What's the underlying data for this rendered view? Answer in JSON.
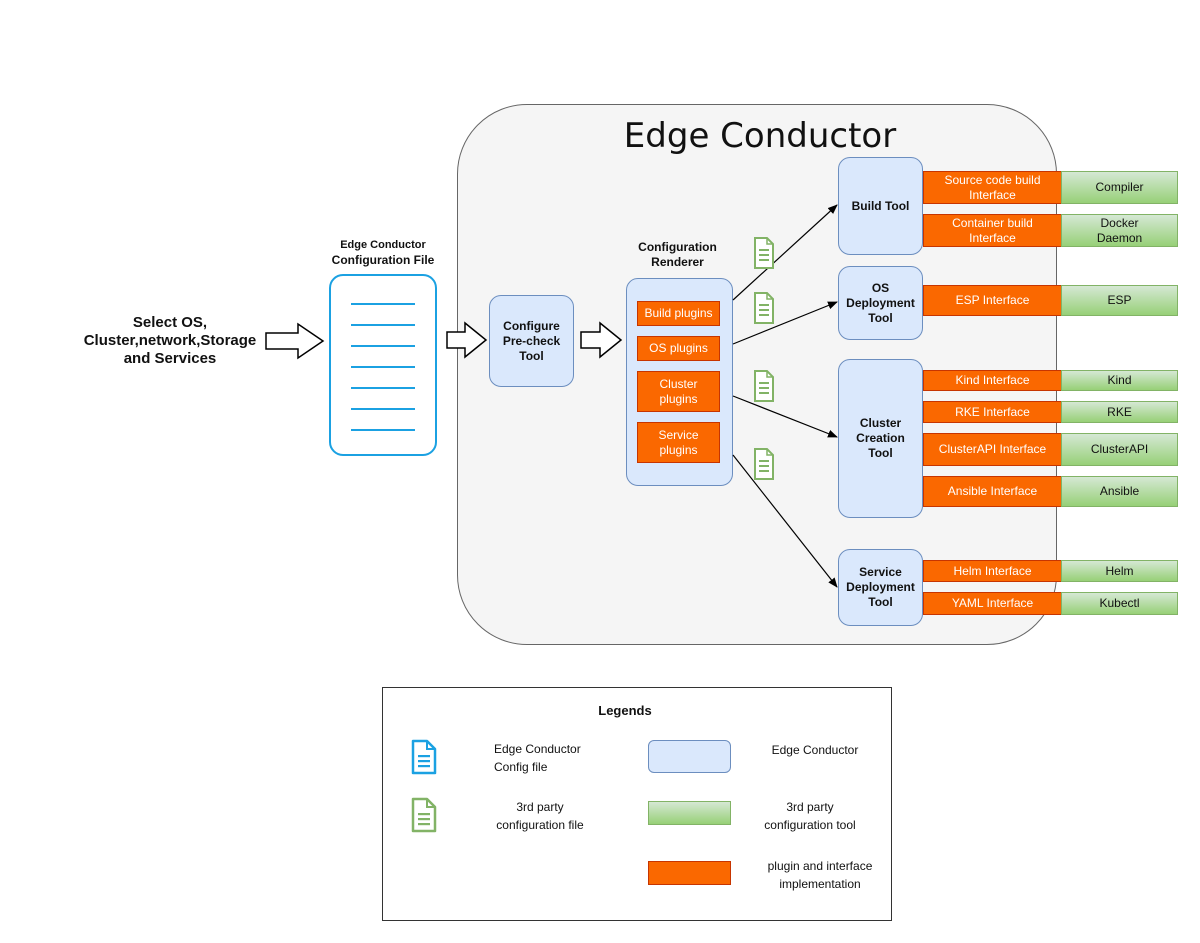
{
  "title": "Edge Conductor",
  "input_text": "Select OS, Cluster,network,Storage and Services",
  "config_file_title_line1": "Edge Conductor",
  "config_file_title_line2": "Configuration File",
  "precheck_tool": "Configure Pre-check Tool",
  "renderer": {
    "title": "Configuration Renderer",
    "plugins": [
      "Build plugins",
      "OS plugins",
      "Cluster plugins",
      "Service plugins"
    ]
  },
  "tools": {
    "build": "Build Tool",
    "os": "OS Deployment Tool",
    "cluster": "Cluster Creation Tool",
    "service": "Service Deployment Tool"
  },
  "interfaces": {
    "source_code": "Source code build Interface",
    "container": "Container build Interface",
    "esp": "ESP Interface",
    "kind": "Kind Interface",
    "rke": "RKE Interface",
    "clusterapi": "ClusterAPI Interface",
    "ansible": "Ansible Interface",
    "helm": "Helm Interface",
    "yaml": "YAML Interface"
  },
  "third_party_tools": {
    "compiler": "Compiler",
    "docker": "Docker Daemon",
    "esp": "ESP",
    "kind": "Kind",
    "rke": "RKE",
    "clusterapi": "ClusterAPI",
    "ansible": "Ansible",
    "helm": "Helm",
    "kubectl": "Kubectl"
  },
  "legend": {
    "title": "Legends",
    "ec_config_line1": "Edge Conductor",
    "ec_config_line2": "Config file",
    "third_party_config_line1": "3rd party",
    "third_party_config_line2": "configuration file",
    "edge_conductor": "Edge Conductor",
    "third_party_tool_line1": "3rd party",
    "third_party_tool_line2": "configuration tool",
    "plugin_line1": "plugin and interface",
    "plugin_line2": "implementation"
  },
  "colors": {
    "edge_conductor_fill": "#dae8fc",
    "interface_fill": "#fa6800",
    "third_party_fill": "#97d077",
    "config_file_stroke": "#1ba1e2",
    "third_party_file_stroke": "#82b366"
  }
}
